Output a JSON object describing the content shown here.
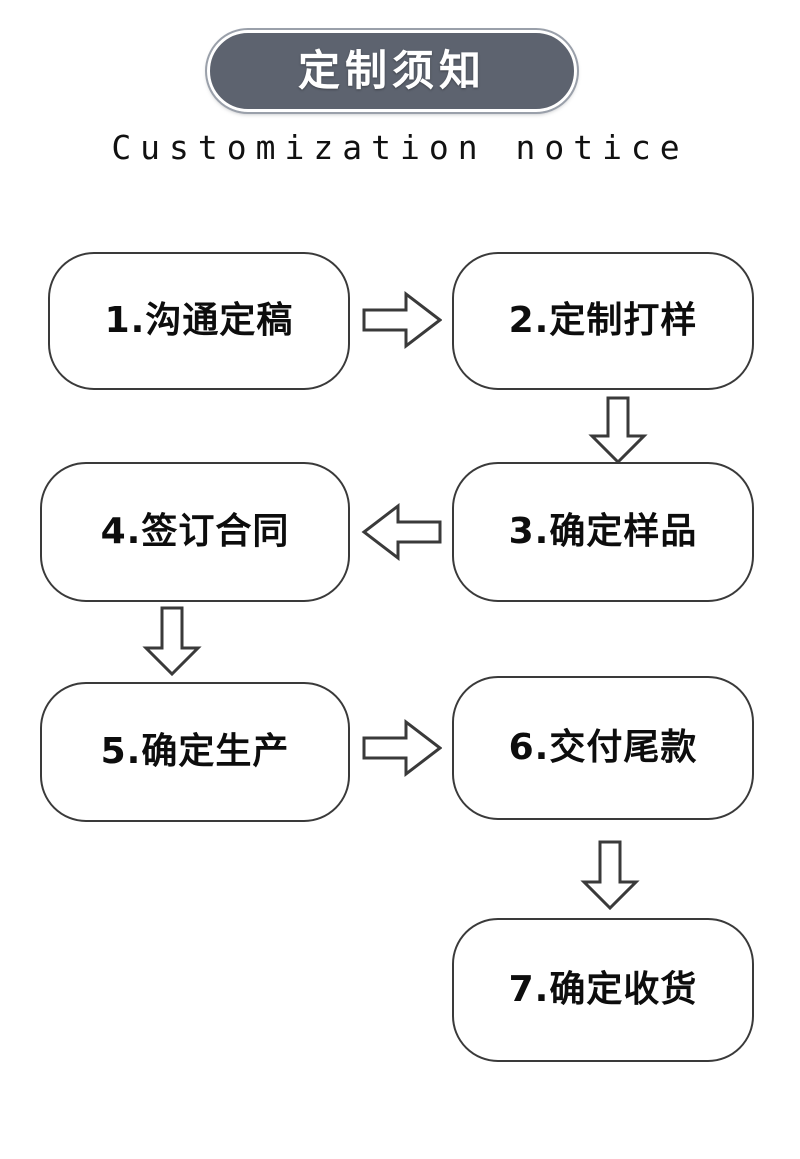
{
  "header": {
    "badge_title": "定制须知",
    "subtitle": "Customization notice",
    "badge_fill_color": "#5d636f",
    "badge_inner_border_color": "#ffffff",
    "badge_outer_ring_color": "#9aa0aa",
    "badge_text_color": "#ffffff"
  },
  "flow": {
    "node_border_color": "#3a3a3a",
    "node_fill_color": "#ffffff",
    "node_text_color": "#0d0d0d",
    "arrow_stroke_color": "#3a3a3a",
    "arrow_fill_color": "#ffffff",
    "nodes": [
      {
        "id": "1",
        "label": "1.沟通定稿"
      },
      {
        "id": "2",
        "label": "2.定制打样"
      },
      {
        "id": "3",
        "label": "3.确定样品"
      },
      {
        "id": "4",
        "label": "4.签订合同"
      },
      {
        "id": "5",
        "label": "5.确定生产"
      },
      {
        "id": "6",
        "label": "6.交付尾款"
      },
      {
        "id": "7",
        "label": "7.确定收货"
      }
    ],
    "connectors": [
      {
        "from": "1",
        "to": "2",
        "direction": "right"
      },
      {
        "from": "2",
        "to": "3",
        "direction": "down"
      },
      {
        "from": "3",
        "to": "4",
        "direction": "left"
      },
      {
        "from": "4",
        "to": "5",
        "direction": "down"
      },
      {
        "from": "5",
        "to": "6",
        "direction": "right"
      },
      {
        "from": "6",
        "to": "7",
        "direction": "down"
      }
    ]
  }
}
